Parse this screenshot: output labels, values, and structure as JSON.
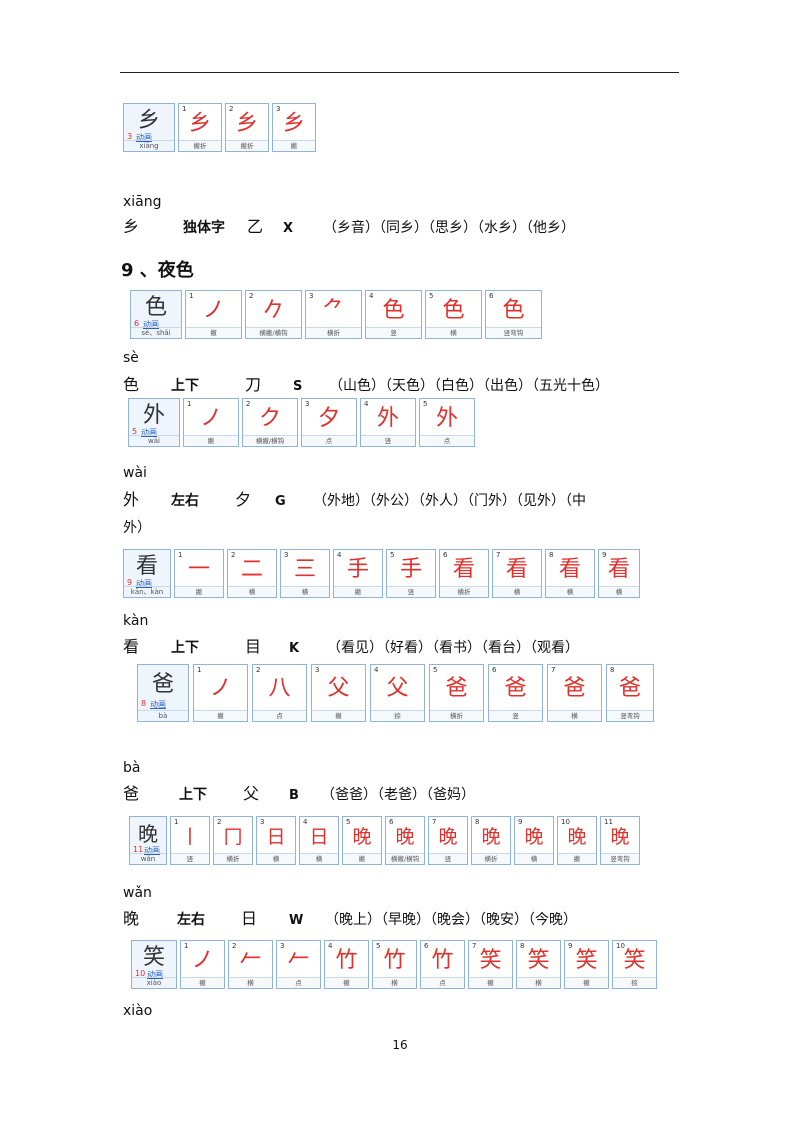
{
  "section_title": "9 、夜色",
  "page_number": "16",
  "xiang": {
    "main": {
      "char": "乡",
      "count": "3",
      "anim": "动画",
      "pinyin": "xiāng"
    },
    "steps": [
      {
        "num": "1",
        "glyph": "乡",
        "label": "撇折"
      },
      {
        "num": "2",
        "glyph": "乡",
        "label": "撇折"
      },
      {
        "num": "3",
        "glyph": "乡",
        "label": "撇"
      }
    ],
    "entry": {
      "pinyin": "xiāng",
      "char": "乡",
      "structure": "独体字",
      "radical": "乙",
      "letter": "X",
      "words": "（乡音）（同乡）（思乡）（水乡）（他乡）"
    }
  },
  "se": {
    "main": {
      "char": "色",
      "count": "6",
      "anim": "动画",
      "pinyin": "sè、shǎi"
    },
    "steps": [
      {
        "num": "1",
        "glyph": "ノ",
        "label": "撇"
      },
      {
        "num": "2",
        "glyph": "𠂊",
        "label": "横撇/横钩"
      },
      {
        "num": "3",
        "glyph": "⺈",
        "label": "横折"
      },
      {
        "num": "4",
        "glyph": "色",
        "label": "竖"
      },
      {
        "num": "5",
        "glyph": "色",
        "label": "横"
      },
      {
        "num": "6",
        "glyph": "色",
        "label": "竖弯钩"
      }
    ],
    "entry": {
      "pinyin": "sè",
      "char": "色",
      "structure": "上下",
      "radical": "刀",
      "letter": "S",
      "words": "（山色）（天色）（白色）（出色）（五光十色）"
    }
  },
  "wai": {
    "main": {
      "char": "外",
      "count": "5",
      "anim": "动画",
      "pinyin": "wài"
    },
    "steps": [
      {
        "num": "1",
        "glyph": "ノ",
        "label": "撇"
      },
      {
        "num": "2",
        "glyph": "ク",
        "label": "横撇/横钩"
      },
      {
        "num": "3",
        "glyph": "夕",
        "label": "点"
      },
      {
        "num": "4",
        "glyph": "外",
        "label": "竖"
      },
      {
        "num": "5",
        "glyph": "外",
        "label": "点"
      }
    ],
    "entry": {
      "pinyin": "wài",
      "char": "外",
      "structure": "左右",
      "radical": "夕",
      "letter": "G",
      "words": "（外地）（外公）（外人）（门外）（见外）（中",
      "words2": "外）"
    }
  },
  "kan": {
    "main": {
      "char": "看",
      "count": "9",
      "anim": "动画",
      "pinyin": "kān、kàn"
    },
    "steps": [
      {
        "num": "1",
        "glyph": "一",
        "label": "撇"
      },
      {
        "num": "2",
        "glyph": "二",
        "label": "横"
      },
      {
        "num": "3",
        "glyph": "三",
        "label": "横"
      },
      {
        "num": "4",
        "glyph": "手",
        "label": "撇"
      },
      {
        "num": "5",
        "glyph": "手",
        "label": "竖"
      },
      {
        "num": "6",
        "glyph": "看",
        "label": "横折"
      },
      {
        "num": "7",
        "glyph": "看",
        "label": "横"
      },
      {
        "num": "8",
        "glyph": "看",
        "label": "横"
      },
      {
        "num": "9",
        "glyph": "看",
        "label": "横"
      }
    ],
    "entry": {
      "pinyin": "kàn",
      "char": "看",
      "structure": "上下",
      "radical": "目",
      "letter": "K",
      "words": "（看见）（好看）（看书）（看台）（观看）"
    }
  },
  "ba": {
    "main": {
      "char": "爸",
      "count": "8",
      "anim": "动画",
      "pinyin": "bà"
    },
    "steps": [
      {
        "num": "1",
        "glyph": "ノ",
        "label": "撇"
      },
      {
        "num": "2",
        "glyph": "八",
        "label": "点"
      },
      {
        "num": "3",
        "glyph": "父",
        "label": "撇"
      },
      {
        "num": "4",
        "glyph": "父",
        "label": "捺"
      },
      {
        "num": "5",
        "glyph": "爸",
        "label": "横折"
      },
      {
        "num": "6",
        "glyph": "爸",
        "label": "竖"
      },
      {
        "num": "7",
        "glyph": "爸",
        "label": "横"
      },
      {
        "num": "8",
        "glyph": "爸",
        "label": "竖弯钩"
      }
    ],
    "entry": {
      "pinyin": "bà",
      "char": "爸",
      "structure": "上下",
      "radical": "父",
      "letter": "B",
      "words": "（爸爸）（老爸）（爸妈）"
    }
  },
  "wan": {
    "main": {
      "char": "晚",
      "count": "11",
      "anim": "动画",
      "pinyin": "wǎn"
    },
    "steps": [
      {
        "num": "1",
        "glyph": "丨",
        "label": "竖"
      },
      {
        "num": "2",
        "glyph": "冂",
        "label": "横折"
      },
      {
        "num": "3",
        "glyph": "日",
        "label": "横"
      },
      {
        "num": "4",
        "glyph": "日",
        "label": "横"
      },
      {
        "num": "5",
        "glyph": "晚",
        "label": "撇"
      },
      {
        "num": "6",
        "glyph": "晚",
        "label": "横撇/横钩"
      },
      {
        "num": "7",
        "glyph": "晚",
        "label": "竖"
      },
      {
        "num": "8",
        "glyph": "晚",
        "label": "横折"
      },
      {
        "num": "9",
        "glyph": "晚",
        "label": "横"
      },
      {
        "num": "10",
        "glyph": "晚",
        "label": "撇"
      },
      {
        "num": "11",
        "glyph": "晚",
        "label": "竖弯钩"
      }
    ],
    "entry": {
      "pinyin": "wǎn",
      "char": "晚",
      "structure": "左右",
      "radical": "日",
      "letter": "W",
      "words": "（晚上）（早晚）（晚会）（晚安）（今晚）"
    }
  },
  "xiao": {
    "main": {
      "char": "笑",
      "count": "10",
      "anim": "动画",
      "pinyin": "xiào"
    },
    "steps": [
      {
        "num": "1",
        "glyph": "ノ",
        "label": "撇"
      },
      {
        "num": "2",
        "glyph": "𠂉",
        "label": "横"
      },
      {
        "num": "3",
        "glyph": "𠂉",
        "label": "点"
      },
      {
        "num": "4",
        "glyph": "竹",
        "label": "撇"
      },
      {
        "num": "5",
        "glyph": "竹",
        "label": "横"
      },
      {
        "num": "6",
        "glyph": "竹",
        "label": "点"
      },
      {
        "num": "7",
        "glyph": "笑",
        "label": "撇"
      },
      {
        "num": "8",
        "glyph": "笑",
        "label": "横"
      },
      {
        "num": "9",
        "glyph": "笑",
        "label": "撇"
      },
      {
        "num": "10",
        "glyph": "笑",
        "label": "捺"
      }
    ],
    "entry": {
      "pinyin": "xiào"
    }
  }
}
